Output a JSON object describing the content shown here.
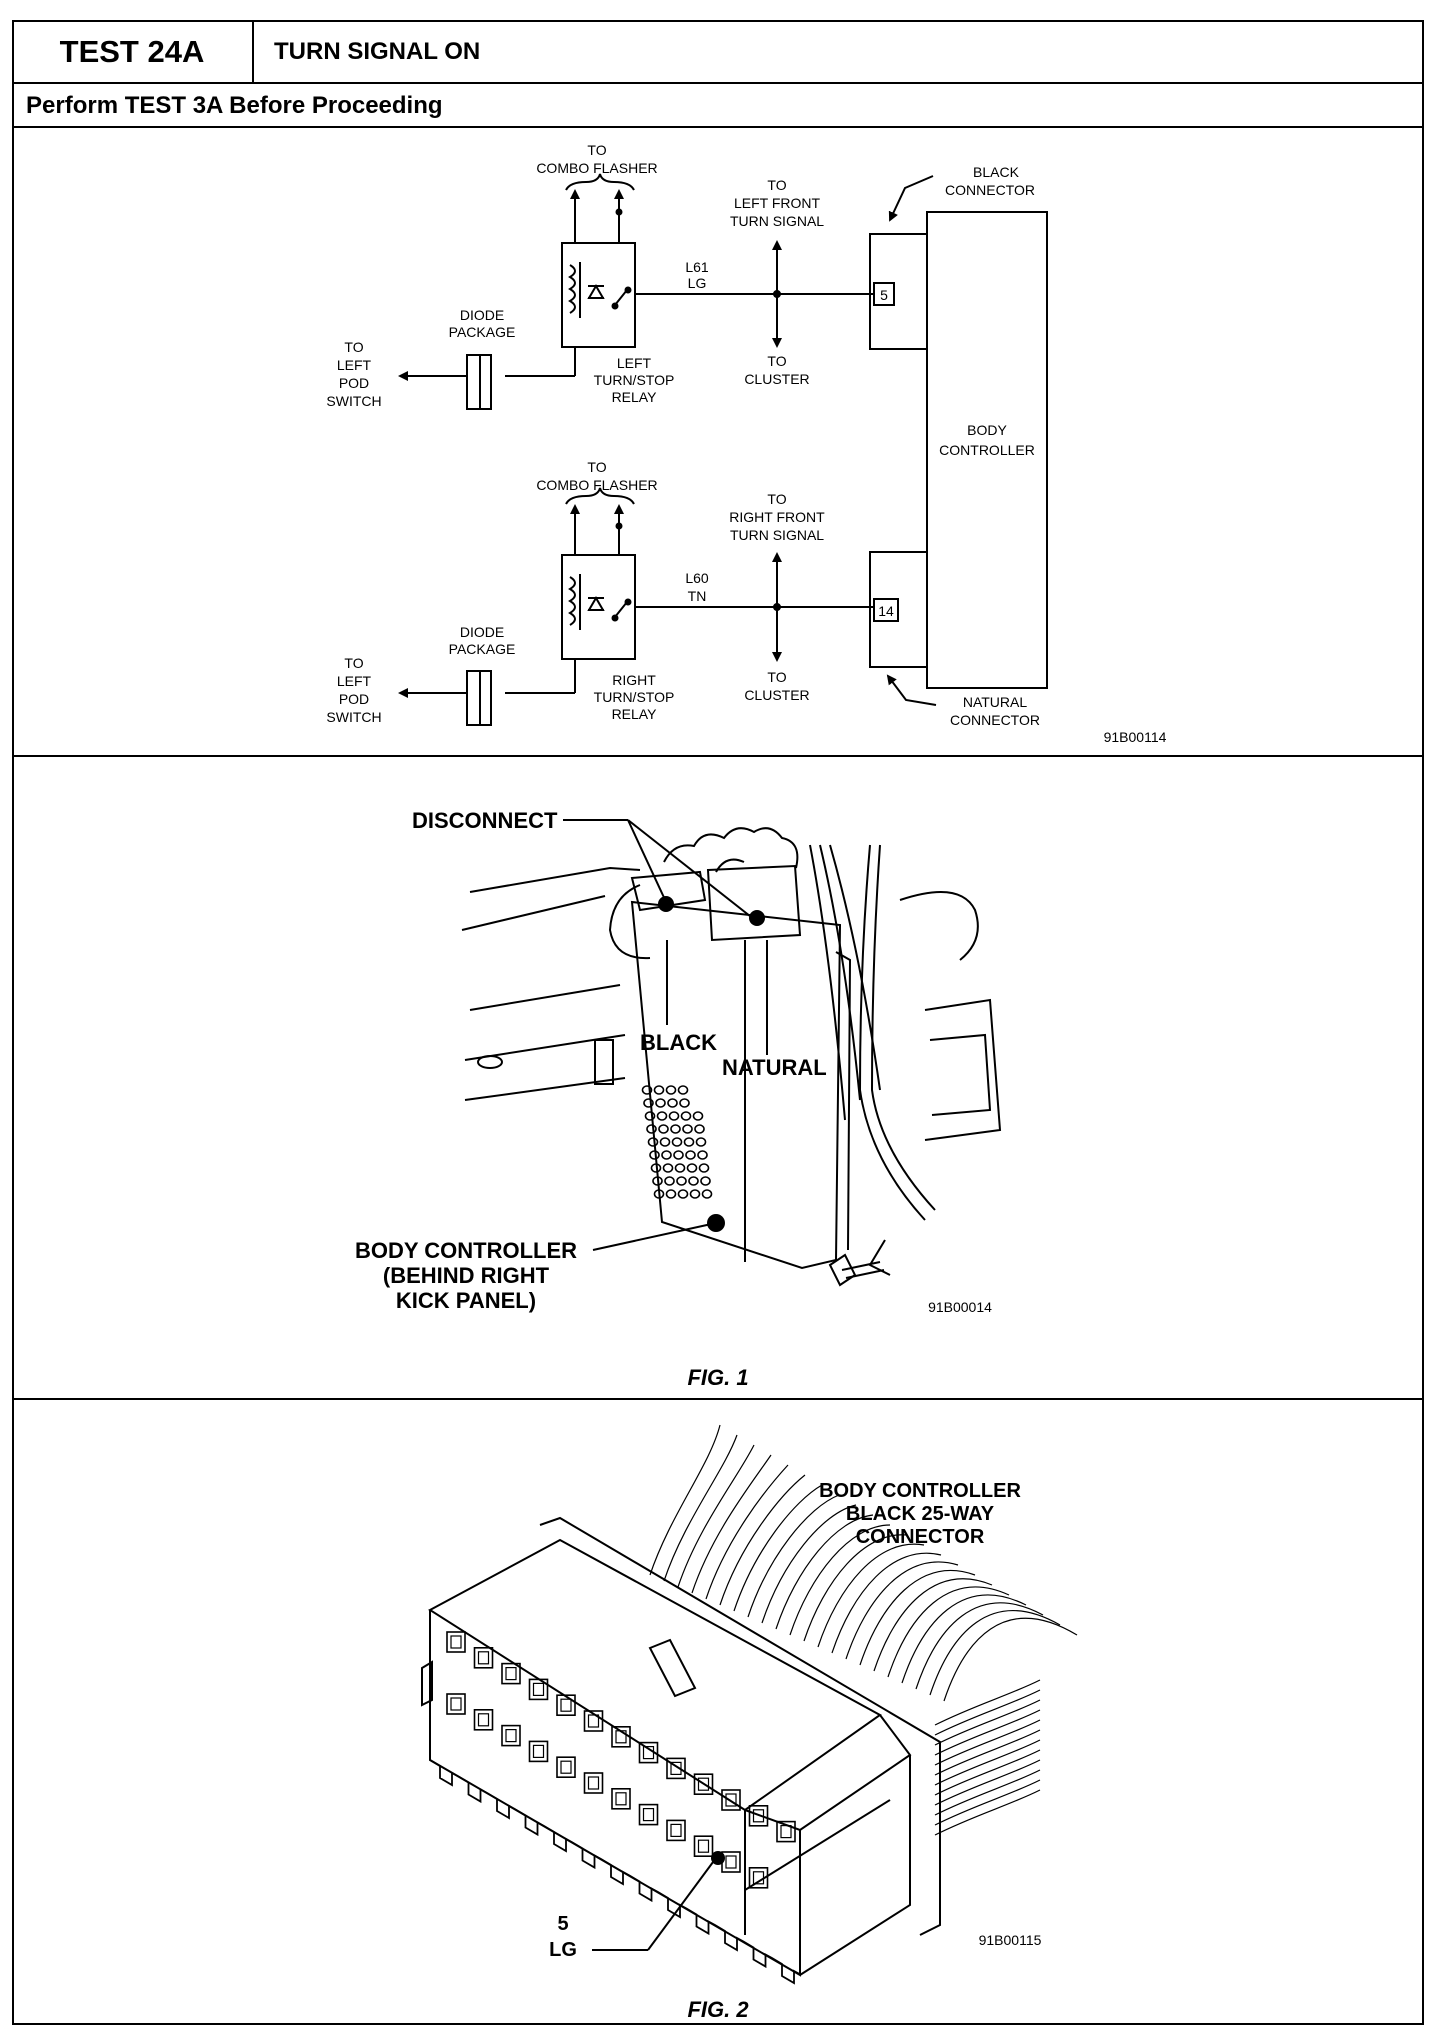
{
  "header": {
    "test_id": "TEST 24A",
    "title": "TURN SIGNAL ON",
    "prerequisite": "Perform TEST 3A Before Proceeding"
  },
  "schematic": {
    "figure_code": "91B00114",
    "body_controller": [
      "BODY",
      "CONTROLLER"
    ],
    "black_connector": [
      "BLACK",
      "CONNECTOR"
    ],
    "natural_connector": [
      "NATURAL",
      "CONNECTOR"
    ],
    "left": {
      "combo_flasher": [
        "TO",
        "COMBO  FLASHER"
      ],
      "front_turn": [
        "TO",
        "LEFT  FRONT",
        "TURN  SIGNAL"
      ],
      "wire": [
        "L61",
        "LG"
      ],
      "pin": "5",
      "cluster": [
        "TO",
        "CLUSTER"
      ],
      "relay": [
        "LEFT",
        "TURN/STOP",
        "RELAY"
      ],
      "diode": [
        "DIODE",
        "PACKAGE"
      ],
      "pod": [
        "TO",
        "LEFT",
        "POD",
        "SWITCH"
      ]
    },
    "right": {
      "combo_flasher": [
        "TO",
        "COMBO  FLASHER"
      ],
      "front_turn": [
        "TO",
        "RIGHT  FRONT",
        "TURN  SIGNAL"
      ],
      "wire": [
        "L60",
        "TN"
      ],
      "pin": "14",
      "cluster": [
        "TO",
        "CLUSTER"
      ],
      "relay": [
        "RIGHT",
        "TURN/STOP",
        "RELAY"
      ],
      "diode": [
        "DIODE",
        "PACKAGE"
      ],
      "pod": [
        "TO",
        "LEFT",
        "POD",
        "SWITCH"
      ]
    }
  },
  "fig1": {
    "caption": "FIG. 1",
    "figure_code": "91B00014",
    "disconnect": "DISCONNECT",
    "black": "BLACK",
    "natural": "NATURAL",
    "body_controller": [
      "BODY CONTROLLER",
      "(BEHIND RIGHT",
      "KICK PANEL)"
    ]
  },
  "fig2": {
    "caption": "FIG. 2",
    "figure_code": "91B00115",
    "title": [
      "BODY CONTROLLER",
      "BLACK 25-WAY",
      "CONNECTOR"
    ],
    "pin": [
      "5",
      "LG"
    ]
  }
}
